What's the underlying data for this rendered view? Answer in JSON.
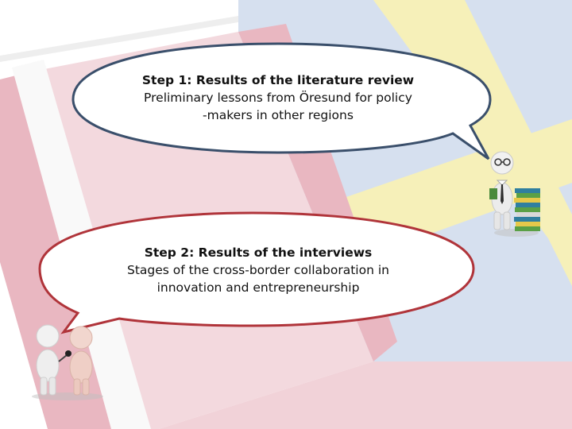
{
  "slide": {
    "colors": {
      "background": "#ffffff",
      "pink_band": "#e9b7c1",
      "light_pink": "#f3d9de",
      "blue_panel": "#d6e0ef",
      "yellow_cross": "#f6f0b9",
      "bubble_fill": "#ffffff",
      "bubble1_stroke": "#3a4f6b",
      "bubble2_stroke": "#b0343a"
    },
    "bubble1": {
      "title": "Step 1:  Results of the literature review",
      "line1": "Preliminary lessons from Öresund for policy",
      "line2": "-makers in other regions"
    },
    "bubble2": {
      "title": "Step 2:  Results of the interviews",
      "line1": "Stages of the cross-border collaboration in",
      "line2": "innovation and entrepreneurship"
    },
    "icons": {
      "reader": "reader-with-books-icon",
      "interview": "interview-microphone-icon"
    }
  }
}
